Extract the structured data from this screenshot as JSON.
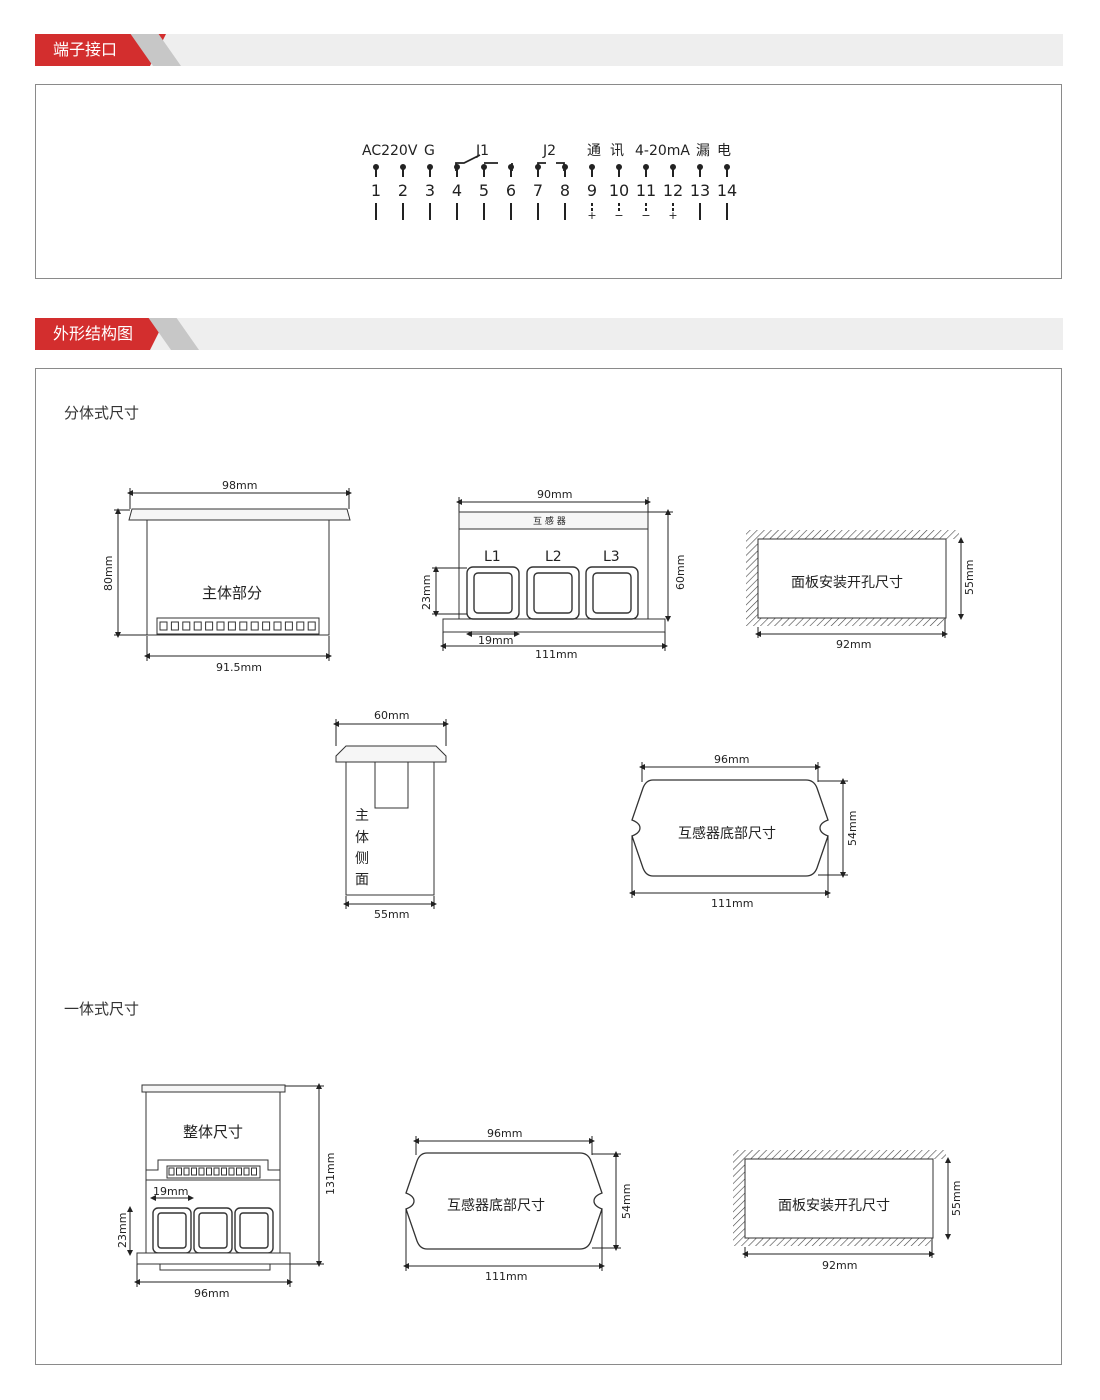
{
  "sections": {
    "terminal_title": "端子接口",
    "outline_title": "外形结构图"
  },
  "terminal": {
    "headers": {
      "ac": "AC220V",
      "g": "G",
      "j1": "J1",
      "j2": "J2",
      "comm1": "通",
      "comm2": "讯",
      "analog": "4-20mA",
      "leak1": "漏",
      "leak2": "电"
    },
    "numbers": [
      "1",
      "2",
      "3",
      "4",
      "5",
      "6",
      "7",
      "8",
      "9",
      "10",
      "11",
      "12",
      "13",
      "14"
    ],
    "signs": [
      "+",
      "−",
      "−",
      "+"
    ]
  },
  "split": {
    "heading": "分体式尺寸",
    "main_front": {
      "top": "98mm",
      "bottom": "91.5mm",
      "height": "80mm",
      "label": "主体部分"
    },
    "ct_front": {
      "top": "90mm",
      "bottom": "111mm",
      "height": "60mm",
      "window": "23mm",
      "window_width": "19mm",
      "label": "互 感 器",
      "l1": "L1",
      "l2": "L2",
      "l3": "L3"
    },
    "panel_cut": {
      "label": "面板安装开孔尺寸",
      "width": "92mm",
      "height": "55mm"
    },
    "main_side": {
      "top": "60mm",
      "bottom": "55mm",
      "label": [
        "主",
        "体",
        "侧",
        "面"
      ]
    },
    "ct_bottom": {
      "top": "96mm",
      "bottom": "111mm",
      "height": "54mm",
      "label": "互感器底部尺寸"
    }
  },
  "integral": {
    "heading": "一体式尺寸",
    "whole": {
      "label": "整体尺寸",
      "height": "131mm",
      "window": "19mm",
      "window_h": "23mm",
      "bottom": "96mm"
    },
    "ct_bottom": {
      "top": "96mm",
      "bottom": "111mm",
      "height": "54mm",
      "label": "互感器底部尺寸"
    },
    "panel_cut": {
      "label": "面板安装开孔尺寸",
      "width": "92mm",
      "height": "55mm"
    }
  }
}
